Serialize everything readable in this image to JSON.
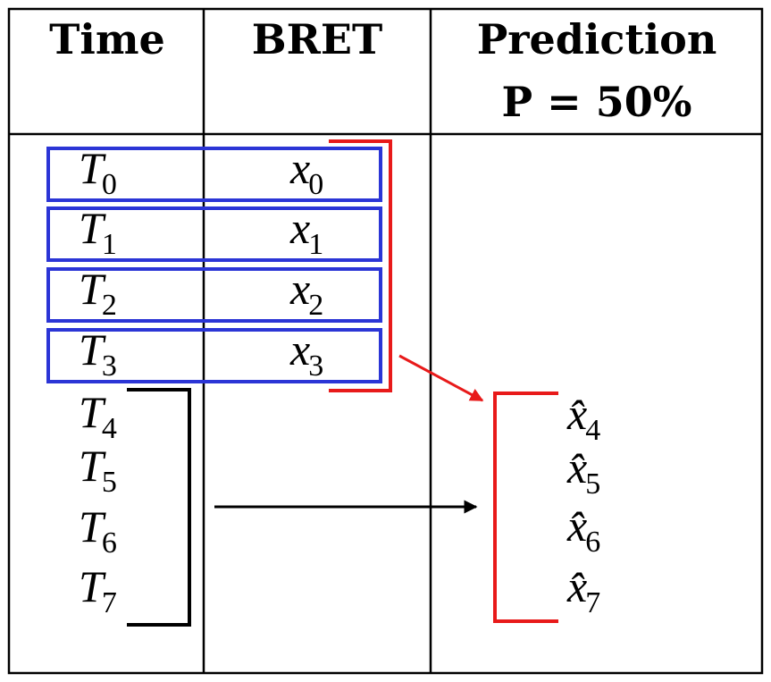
{
  "headers": {
    "time": "Time",
    "bret": "BRET",
    "prediction_line1": "Prediction",
    "prediction_line2": "P = 50%"
  },
  "time_rows": [
    {
      "base": "T",
      "sub": "0"
    },
    {
      "base": "T",
      "sub": "1"
    },
    {
      "base": "T",
      "sub": "2"
    },
    {
      "base": "T",
      "sub": "3"
    },
    {
      "base": "T",
      "sub": "4"
    },
    {
      "base": "T",
      "sub": "5"
    },
    {
      "base": "T",
      "sub": "6"
    },
    {
      "base": "T",
      "sub": "7"
    }
  ],
  "bret_rows": [
    {
      "base": "x",
      "sub": "0"
    },
    {
      "base": "x",
      "sub": "1"
    },
    {
      "base": "x",
      "sub": "2"
    },
    {
      "base": "x",
      "sub": "3"
    }
  ],
  "prediction_rows": [
    {
      "base": "x̂",
      "sub": "4"
    },
    {
      "base": "x̂",
      "sub": "5"
    },
    {
      "base": "x̂",
      "sub": "6"
    },
    {
      "base": "x̂",
      "sub": "7"
    }
  ],
  "colors": {
    "observed_box": "#2b35d6",
    "input_bracket": "#e81a1a",
    "output_bracket": "#e81a1a",
    "future_bracket": "#000000"
  }
}
